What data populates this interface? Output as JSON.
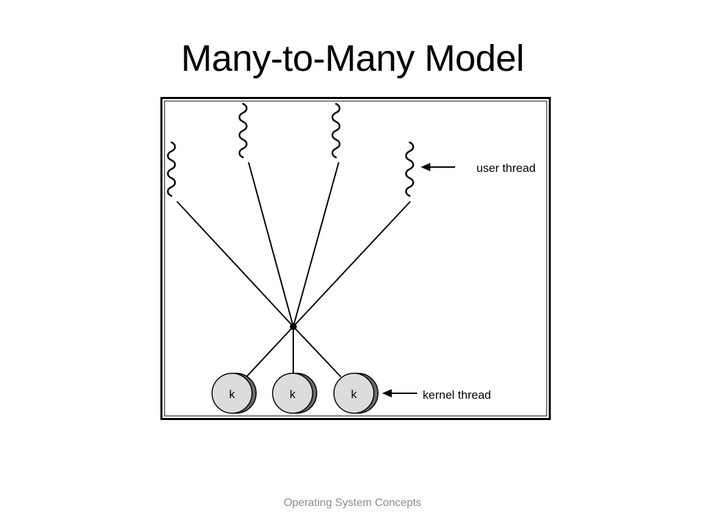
{
  "slide": {
    "title": "Many-to-Many Model",
    "footer": "Operating System Concepts"
  },
  "diagram": {
    "user_thread_label": "user thread",
    "kernel_thread_label": "kernel thread",
    "user_threads": [
      {
        "id": "ut1",
        "icon": "wavy-thread-icon"
      },
      {
        "id": "ut2",
        "icon": "wavy-thread-icon"
      },
      {
        "id": "ut3",
        "icon": "wavy-thread-icon"
      },
      {
        "id": "ut4",
        "icon": "wavy-thread-icon"
      }
    ],
    "kernel_threads": [
      {
        "id": "k1",
        "label": "k"
      },
      {
        "id": "k2",
        "label": "k"
      },
      {
        "id": "k3",
        "label": "k"
      }
    ],
    "colors": {
      "line": "#000000",
      "kernel_face": "#dcdcdc",
      "kernel_side": "#6b6b6b"
    }
  }
}
